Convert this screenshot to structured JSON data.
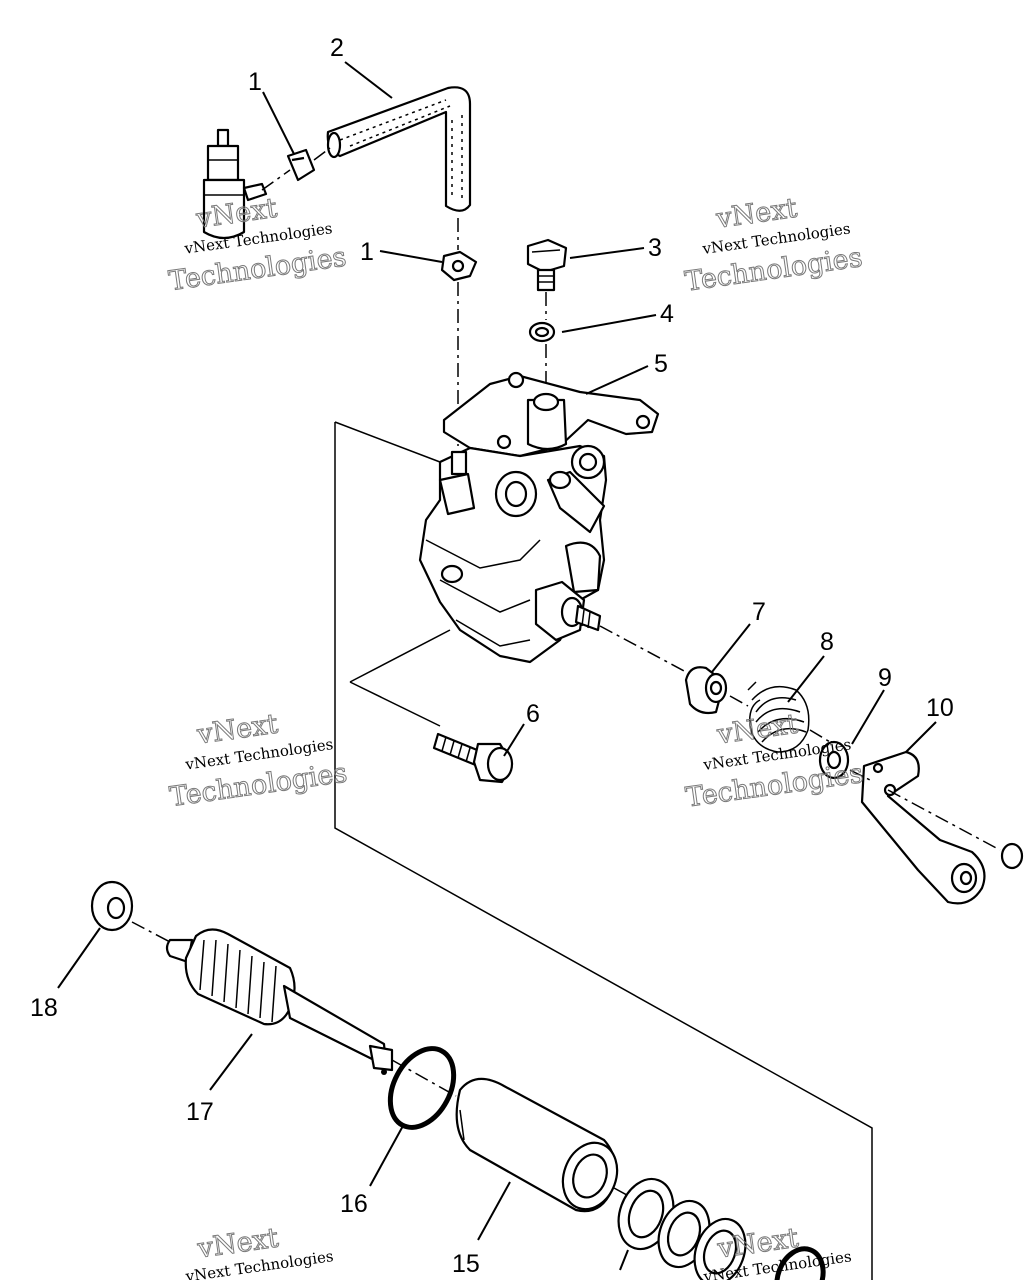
{
  "callouts": [
    "1",
    "2",
    "1",
    "3",
    "4",
    "5",
    "6",
    "7",
    "8",
    "9",
    "10",
    "15",
    "16",
    "17",
    "18"
  ],
  "watermark": {
    "line1": "vNext",
    "line2": "vNext Technologies",
    "line3": "Technologies"
  }
}
